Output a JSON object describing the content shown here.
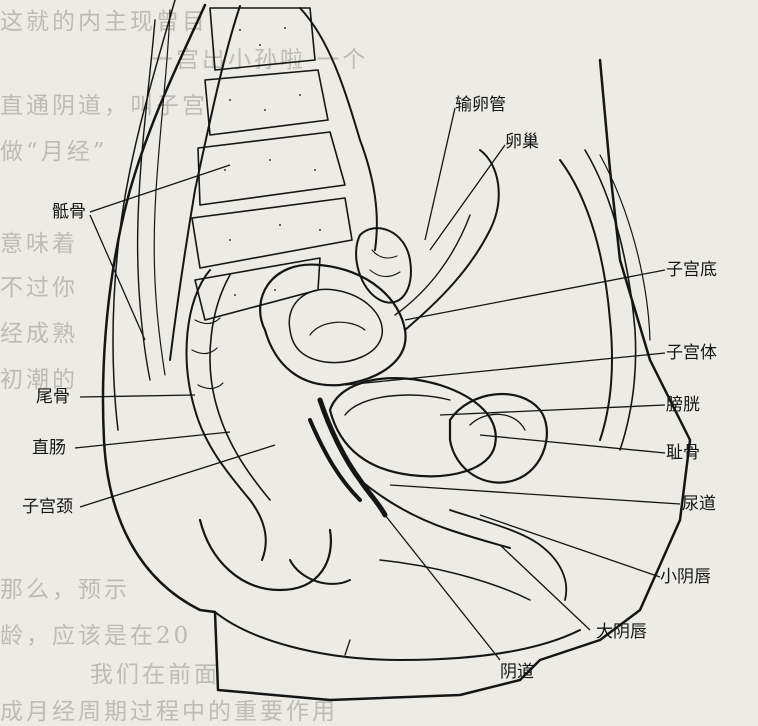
{
  "background_text": {
    "line_1": "这就的内主现曾目",
    "line_2": "一宫出小孙啦 一个",
    "line_3": "直通阴道，叫子宫",
    "line_4": "做“月经”",
    "line_5": "意味着",
    "line_6": "不过你",
    "line_7": "经成熟",
    "line_8": "初潮的",
    "line_9": "那么，预示",
    "line_10": "龄，应该是在20",
    "line_11": "我们在前面",
    "line_12": "成月经周期过程中的重要作用"
  },
  "labels": {
    "fallopian_tube": "输卵管",
    "ovary": "卵巢",
    "sacrum": "骶骨",
    "uterine_fundus": "子宫底",
    "uterine_body": "子宫体",
    "coccyx": "尾骨",
    "bladder": "膀胱",
    "rectum": "直肠",
    "pubic_bone": "耻骨",
    "cervix": "子宫颈",
    "urethra": "尿道",
    "labia_minora": "小阴唇",
    "labia_majora": "大阴唇",
    "vagina": "阴道"
  },
  "colors": {
    "ink": "#151515",
    "paper": "#ecebe6",
    "faded_text": "#bdbbb5"
  }
}
